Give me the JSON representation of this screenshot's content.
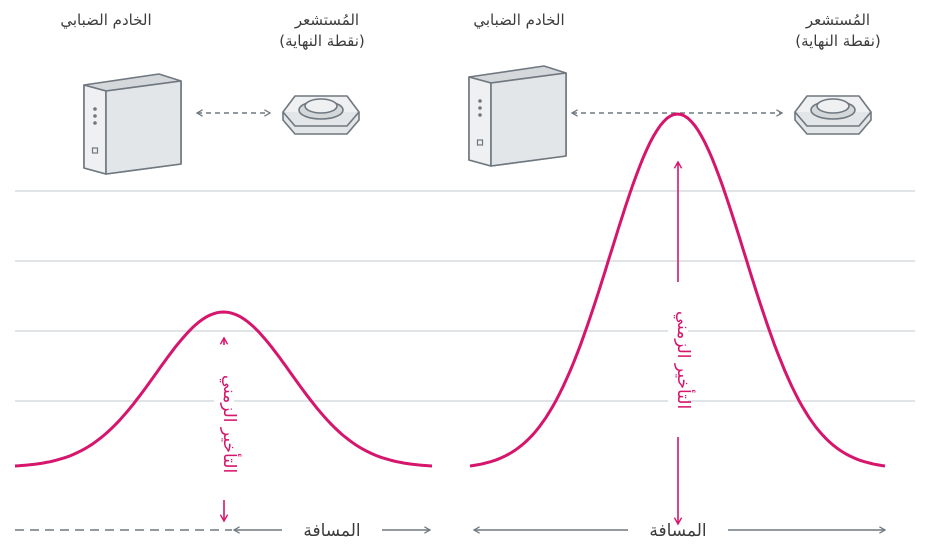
{
  "colors": {
    "curve": "#d6156c",
    "device_stroke": "#6f7880",
    "device_fill_light": "#eef0f1",
    "device_fill_dark": "#d4d8db",
    "arrow": "#6f7880",
    "grid": "#cfd3d6",
    "text": "#3c3c3c"
  },
  "icons": {
    "server": "server-icon",
    "sensor": "sensor-icon"
  },
  "panels": [
    {
      "server_label": "الخادم الضبابي",
      "sensor_label_line1": "المُستشعر",
      "sensor_label_line2": "(نقطة النهاية)",
      "latency_label": "التأخير الزمني",
      "distance_label": "المسافة",
      "relative_latency": 0.35
    },
    {
      "server_label": "الخادم الضبابي",
      "sensor_label_line1": "المُستشعر",
      "sensor_label_line2": "(نقطة النهاية)",
      "latency_label": "التأخير الزمني",
      "distance_label": "المسافة",
      "relative_latency": 0.8
    }
  ]
}
